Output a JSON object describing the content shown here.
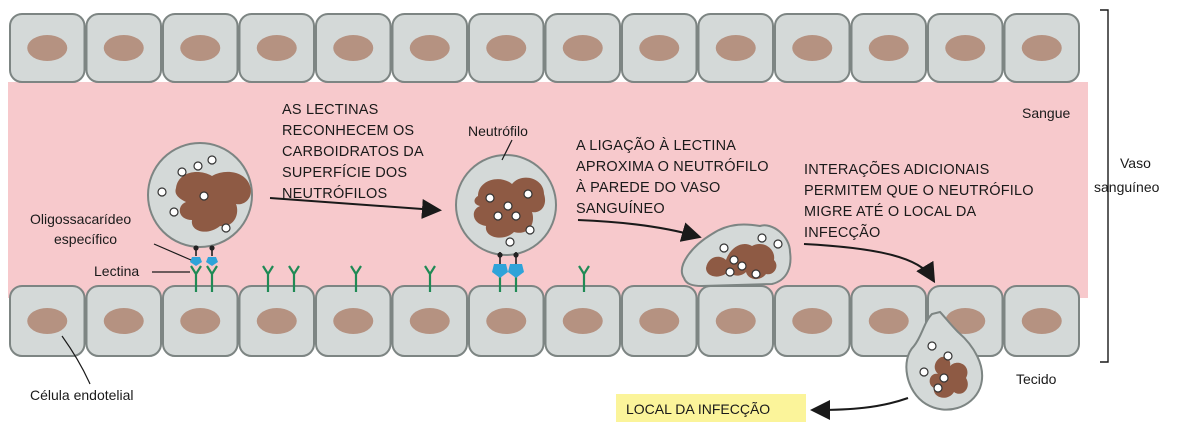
{
  "labels": {
    "sangue": "Sangue",
    "vaso": [
      "Vaso",
      "sanguíneo"
    ],
    "tecido": "Tecido",
    "celula_endotelial": "Célula endotelial",
    "oligossacarideo": [
      "Oligossacarídeo",
      "específico"
    ],
    "lectina": "Lectina",
    "neutrofilo": "Neutrófilo",
    "local_infeccao": "LOCAL DA INFECÇÃO"
  },
  "steps": [
    {
      "lines": [
        "AS LECTINAS",
        "RECONHECEM OS",
        "CARBOIDRATOS DA",
        "SUPERFÍCIE DOS",
        "NEUTRÓFILOS"
      ]
    },
    {
      "lines": [
        "A LIGAÇÃO À LECTINA",
        "APROXIMA O NEUTRÓFILO",
        "À PAREDE DO VASO",
        "SANGUÍNEO"
      ]
    },
    {
      "lines": [
        "INTERAÇÕES ADICIONAIS",
        "PERMITEM QUE O NEUTRÓFILO",
        "MIGRE ATÉ O LOCAL DA",
        "INFECÇÃO"
      ]
    }
  ],
  "colors": {
    "blood": "#f7c9cc",
    "cell_fill": "#d4d9d8",
    "cell_stroke": "#7d8583",
    "nucleus": "#b59281",
    "neutrophil_nucleus": "#8e5a44",
    "lectin": "#1f8a55",
    "oligosaccharide": "#2ea3d9",
    "infection_box": "#fbf49a"
  }
}
